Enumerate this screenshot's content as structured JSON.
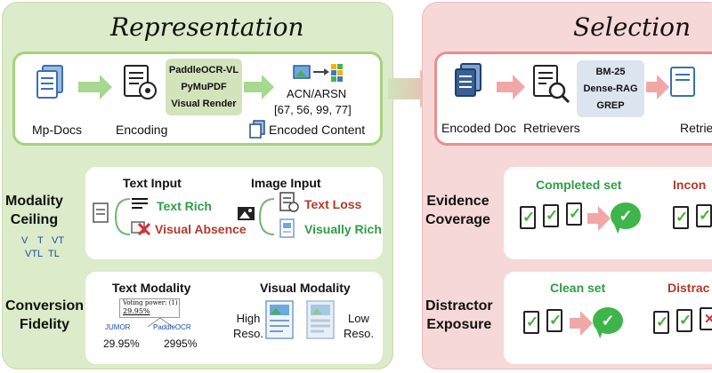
{
  "representation": {
    "title": "Representation",
    "flow": {
      "mp_docs": "Mp-Docs",
      "encoding": "Encoding",
      "tools": [
        "PaddleOCR-VL",
        "PyMuPDF",
        "Visual Render"
      ],
      "acn": "ACN/ARSN",
      "acn_values": "[67, 56, 99, 77]",
      "encoded_content": "Encoded Content"
    },
    "modality_ceiling": {
      "label": "Modality\nCeiling",
      "modalities": [
        "V",
        "T",
        "VT",
        "VTL",
        "TL"
      ],
      "text_input": "Text Input",
      "text_rich": "Text Rich",
      "visual_absence": "Visual Absence",
      "image_input": "Image Input",
      "text_loss": "Text Loss",
      "visually_rich": "Visually Rich"
    },
    "conversion_fidelity": {
      "label": "Conversion\nFidelity",
      "text_modality": "Text Modality",
      "doc_snippet_1": "Voting power: (1)",
      "doc_snippet_2": "29.95%",
      "ocr_a": "JUMOR",
      "ocr_b": "PaddleOCR",
      "val_a": "29.95%",
      "val_b": "2995%",
      "visual_modality": "Visual Modality",
      "high_reso": "High\nReso.",
      "low_reso": "Low\nReso."
    }
  },
  "selection": {
    "title": "Selection",
    "flow": {
      "encoded_doc": "Encoded Doc",
      "retrievers": "Retrievers",
      "methods": [
        "BM-25",
        "Dense-RAG",
        "GREP"
      ],
      "retri_cut": "Retrie"
    },
    "evidence_coverage": {
      "label": "Evidence\nCoverage",
      "completed_set": "Completed set",
      "incomplete_cut": "Incon"
    },
    "distractor_exposure": {
      "label": "Distractor\nExposure",
      "clean_set": "Clean set",
      "distractor_cut": "Distrac"
    }
  },
  "colors": {
    "rep_bg": "#dcebc9",
    "sel_bg": "#f7d8d8",
    "good": "#2f9e44",
    "bad": "#b23a2a"
  }
}
